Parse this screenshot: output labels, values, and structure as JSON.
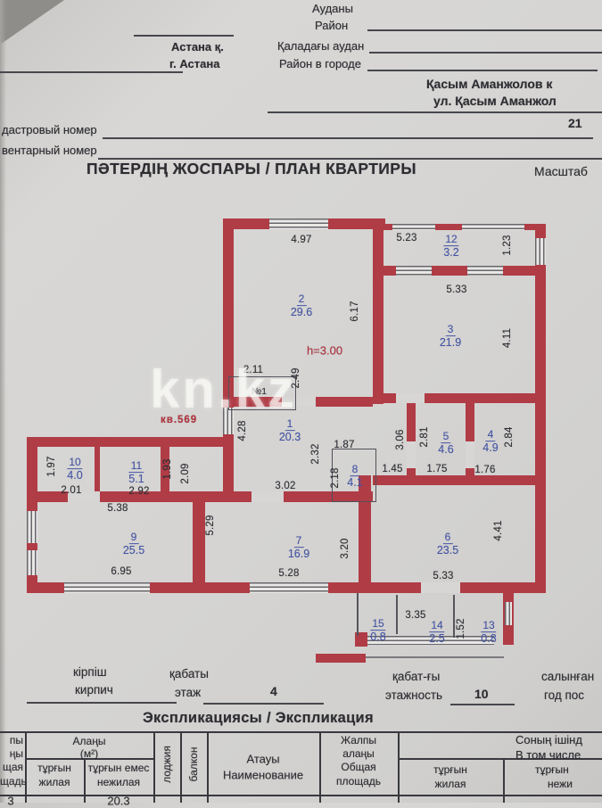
{
  "header": {
    "audany": "Ауданы",
    "raion": "Район",
    "city_kk": "Астана қ.",
    "city_ru": "г. Астана",
    "district_kk": "Қаладағы аудан",
    "district_ru": "Район в городе",
    "street_kk": "Қасым Аманжолов к",
    "street_ru": "ул. Қасым Аманжол",
    "house": "21",
    "cadastral": "дастровый номер",
    "inventory": "вентарный номер",
    "title": "ПӘТЕРДІҢ ЖОСПАРЫ / ПЛАН КВАРТИРЫ",
    "scale": "Масштаб"
  },
  "watermark": "kn.kz",
  "plan": {
    "height_note": "h=3.00",
    "apt_stamp": "кв.569",
    "core_label": "№1",
    "rooms": [
      {
        "n": "1",
        "a": "20.3"
      },
      {
        "n": "2",
        "a": "29.6"
      },
      {
        "n": "3",
        "a": "21.9"
      },
      {
        "n": "4",
        "a": "4.9"
      },
      {
        "n": "5",
        "a": "4.6"
      },
      {
        "n": "6",
        "a": "23.5"
      },
      {
        "n": "7",
        "a": "16.9"
      },
      {
        "n": "8",
        "a": "4.1"
      },
      {
        "n": "9",
        "a": "25.5"
      },
      {
        "n": "10",
        "a": "4.0"
      },
      {
        "n": "11",
        "a": "5.1"
      },
      {
        "n": "12",
        "a": "3.2"
      },
      {
        "n": "13",
        "a": "0.8"
      },
      {
        "n": "14",
        "a": "2.5"
      },
      {
        "n": "15",
        "a": "0.8"
      }
    ],
    "dims": [
      "4.97",
      "5.23",
      "1.23",
      "5.33",
      "6.17",
      "4.11",
      "2.11",
      "2.49",
      "4.28",
      "1.87",
      "2.32",
      "2.18",
      "3.02",
      "1.45",
      "3.06",
      "2.81",
      "1.75",
      "1.76",
      "2.84",
      "1.97",
      "2.01",
      "2.92",
      "1.93",
      "2.09",
      "5.38",
      "6.95",
      "5.29",
      "5.28",
      "3.20",
      "5.33",
      "4.41",
      "3.35",
      "1.52"
    ],
    "wall_color": "#b03c46",
    "room_label_color": "#4455a5",
    "annotation_color": "#b5323e"
  },
  "footer": {
    "material_kk": "кірпіш",
    "material_ru": "кирпич",
    "floor_kk": "қабаты",
    "floor_ru": "этаж",
    "floor_value": "4",
    "storeys_kk": "қабат-ғы",
    "storeys_ru": "этажность",
    "storeys_value": "10",
    "built_kk": "салынған",
    "built_ru": "год пос"
  },
  "table": {
    "title": "Экспликациясы / Экспликация",
    "left_fragments": [
      "пы",
      "ңы",
      "щая",
      "щадь"
    ],
    "area_group_1": "Алаңы",
    "area_group_2": "(м²)",
    "living_kk": "тұрғын",
    "living_ru": "жилая",
    "nonliving_kk": "тұрғын емес",
    "nonliving_ru": "нежилая",
    "loggia": "лоджия",
    "balcony": "балкон",
    "name_kk": "Атауы",
    "name_ru": "Наименование",
    "total_1": "Жалпы",
    "total_2": "алаңы",
    "total_3": "Общая",
    "total_4": "площадь",
    "incl_kk": "Соның ішінд",
    "incl_ru": "В том числе",
    "incl_living_kk": "тұрғын",
    "incl_living_ru": "жилая",
    "incl_nonliving_kk": "тұрғын",
    "incl_nonliving_ru": "нежи",
    "row1_left": "3",
    "row1_nonliving": "20.3"
  }
}
